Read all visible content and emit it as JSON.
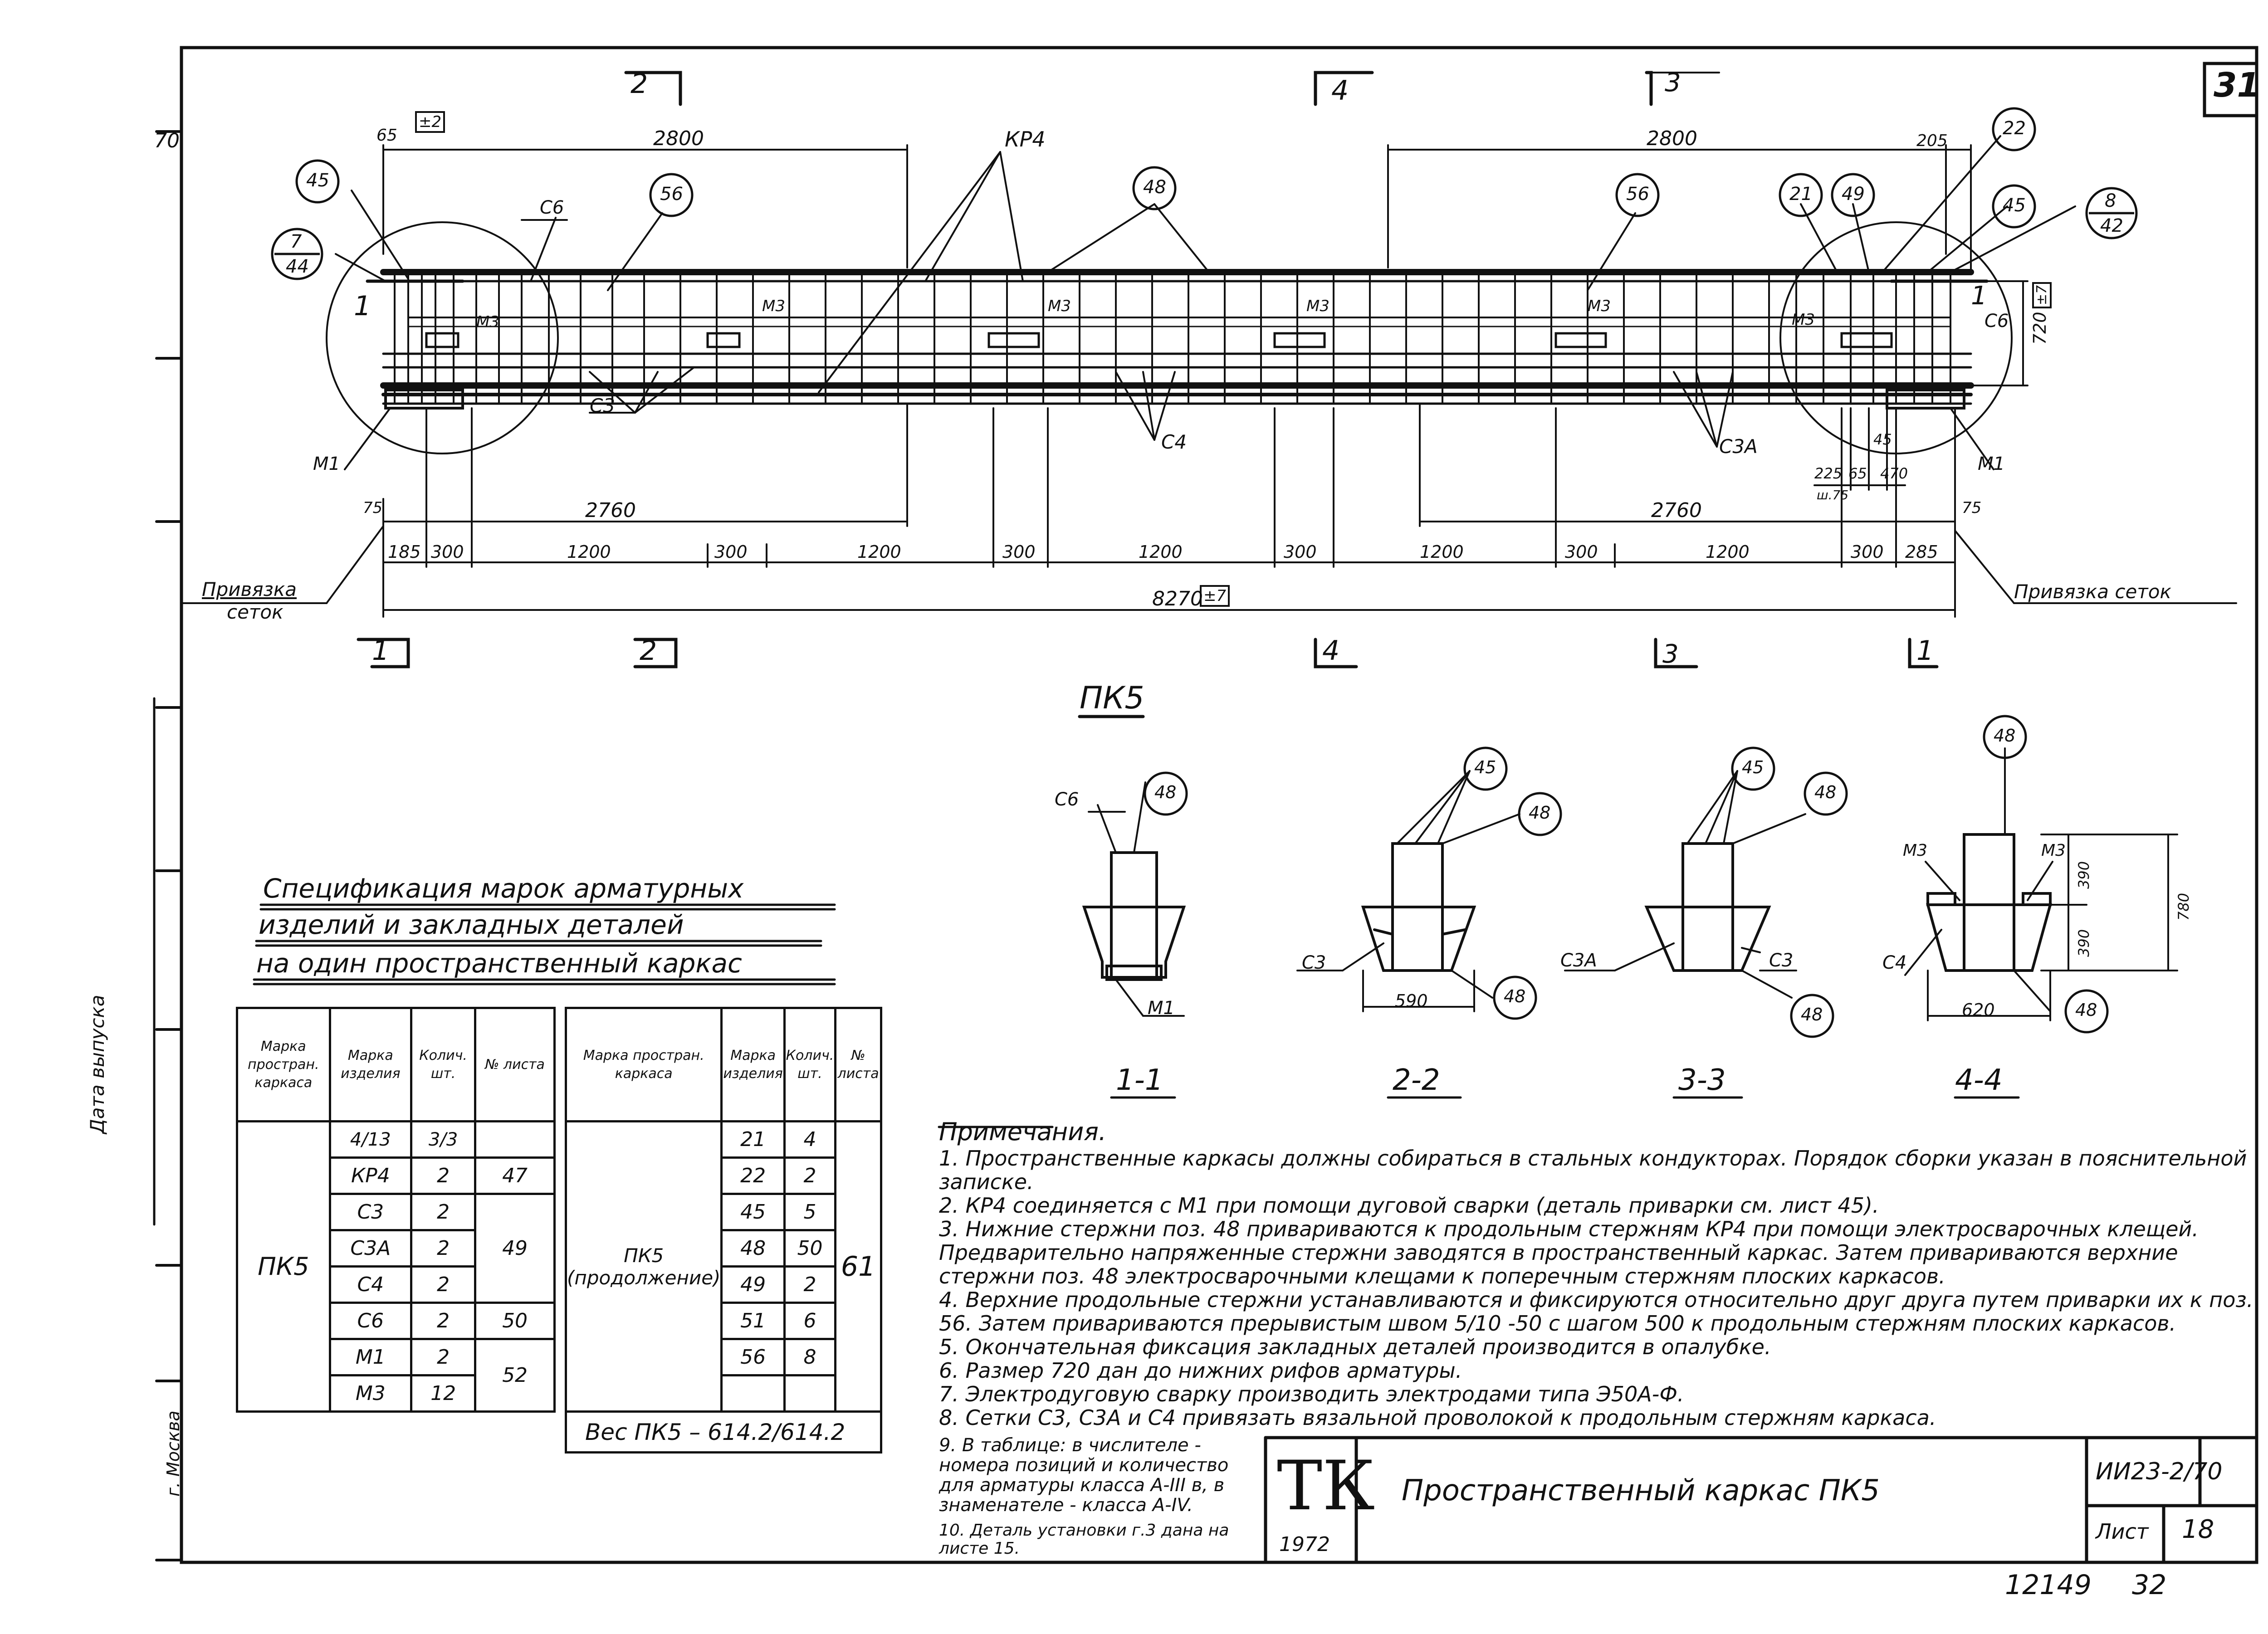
{
  "sheet": {
    "sheet_no_top": "31",
    "margin_left_top": "70",
    "margin_date_label": "Дата выпуска",
    "margin_city": "г. Москва",
    "stamp_bottom": "12149",
    "stamp_bottom2": "32"
  },
  "elevation": {
    "title": "ПК5",
    "dims": {
      "d65": "65",
      "d2800_left": "2800",
      "d2800_right": "2800",
      "d205": "205",
      "d720": "720",
      "d2760_left": "2760",
      "d2760_right": "2760",
      "d75_left": "75",
      "d75_right": "75",
      "d185": "185",
      "d300a": "300",
      "d1200a": "1200",
      "d300b": "300",
      "d1200b": "1200",
      "d300c": "300",
      "d1200c": "1200",
      "d300d": "300",
      "d1200d": "1200",
      "d300e": "300",
      "d1200e": "1200",
      "d300f": "300",
      "d285": "285",
      "d8270": "8270",
      "d225": "225",
      "d65b": "65",
      "d470": "470",
      "dw75": "ш.75",
      "d45": "45",
      "tol": "±7",
      "tol2": "±2"
    },
    "labels": {
      "kr4": "КР4",
      "c6_left": "С6",
      "c6_right": "С6",
      "m3": "М3",
      "m1_left": "М1",
      "m1_right": "М1",
      "c3": "С3",
      "c4": "С4",
      "c3a": "С3А",
      "privyazka_left_1": "Привязка",
      "privyazka_left_2": "сеток",
      "privyazka_right": "Привязка сеток"
    },
    "bubbles": {
      "b45_left": "45",
      "b7": "7",
      "b44": "44",
      "b56_left": "56",
      "b48": "48",
      "b56_right": "56",
      "b21": "21",
      "b49": "49",
      "b22": "22",
      "b45_right": "45",
      "b8": "8",
      "b42": "42"
    },
    "sections_marks": {
      "s1_left": "1",
      "s2_top": "2",
      "s4_top": "4",
      "s3_top": "3",
      "s1_right": "1",
      "s2_bot": "2",
      "s4_bot": "4",
      "s3_bot": "3",
      "s1_bot_right": "1"
    }
  },
  "sections": [
    {
      "title": "1-1",
      "labels": [
        "С6",
        "48",
        "М1"
      ]
    },
    {
      "title": "2-2",
      "labels": [
        "45",
        "48",
        "С3",
        "590",
        "48"
      ]
    },
    {
      "title": "3-3",
      "labels": [
        "45",
        "48",
        "С3А",
        "С3",
        "48"
      ]
    },
    {
      "title": "4-4",
      "labels": [
        "48",
        "М3",
        "М3",
        "С4",
        "620",
        "48",
        "390",
        "390",
        "780"
      ]
    }
  ],
  "spec": {
    "title_lines": [
      "Спецификация марок арматурных",
      "изделий и закладных деталей",
      "на один пространственный каркас"
    ],
    "headers": [
      "Марка простран. каркаса",
      "Марка изделия",
      "Колич. шт.",
      "№ листа"
    ],
    "left_mark": "ПК5",
    "left_rows": [
      {
        "item": "4/13",
        "qty": "3/3",
        "sheet": ""
      },
      {
        "item": "КР4",
        "qty": "2",
        "sheet": "47"
      },
      {
        "item": "С3",
        "qty": "2",
        "sheet": ""
      },
      {
        "item": "С3А",
        "qty": "2",
        "sheet": "49"
      },
      {
        "item": "С4",
        "qty": "2",
        "sheet": ""
      },
      {
        "item": "С6",
        "qty": "2",
        "sheet": "50"
      },
      {
        "item": "М1",
        "qty": "2",
        "sheet": ""
      },
      {
        "item": "М3",
        "qty": "12",
        "sheet": "52"
      }
    ],
    "right_mark": "ПК5 (продолжение)",
    "right_rows": [
      {
        "item": "21",
        "qty": "4"
      },
      {
        "item": "22",
        "qty": "2"
      },
      {
        "item": "45",
        "qty": "5"
      },
      {
        "item": "48",
        "qty": "50"
      },
      {
        "item": "49",
        "qty": "2"
      },
      {
        "item": "51",
        "qty": "6"
      },
      {
        "item": "56",
        "qty": "8"
      },
      {
        "item": "",
        "qty": ""
      }
    ],
    "right_sheet": "61",
    "weight": "Вес ПК5 – 614.2/614.2"
  },
  "notes": {
    "heading": "Примечания.",
    "items": [
      "1. Пространственные каркасы должны собираться в стальных кондукторах. Порядок сборки указан в пояснительной записке.",
      "2. КР4 соединяется с М1 при помощи дуговой сварки (деталь приварки см. лист 45).",
      "3. Нижние стержни поз. 48 привариваются к продольным стержням КР4 при помощи электросварочных клещей. Предварительно напряженные стержни заводятся в пространственный каркас. Затем привариваются верхние стержни поз. 48 электросварочными клещами к поперечным стержням плоских каркасов.",
      "4. Верхние продольные стержни устанавливаются и фиксируются относительно друг друга путем приварки их к поз. 56. Затем привариваются прерывистым швом 5/10 -50 с шагом 500 к продольным стержням плоских каркасов.",
      "5. Окончательная фиксация закладных деталей производится в опалубке.",
      "6. Размер 720 дан до нижних рифов арматуры.",
      "7. Электродуговую сварку производить электродами типа Э50А-Ф.",
      "8. Сетки С3, С3А и С4 привязать вязальной проволокой к продольным стержням каркаса.",
      "9. В таблице: в числителе - номера позиций и количество для арматуры класса А-III в, в знаменателе - класса А-IV.",
      "10. Деталь установки г.3 дана на листе 15."
    ]
  },
  "title_block": {
    "logo": "ТК",
    "year": "1972",
    "name": "Пространственный каркас ПК5",
    "code": "ИИ23-2/70",
    "sheet_label": "Лист",
    "sheet_no": "18"
  },
  "colors": {
    "ink": "#111111",
    "paper": "#ffffff"
  }
}
